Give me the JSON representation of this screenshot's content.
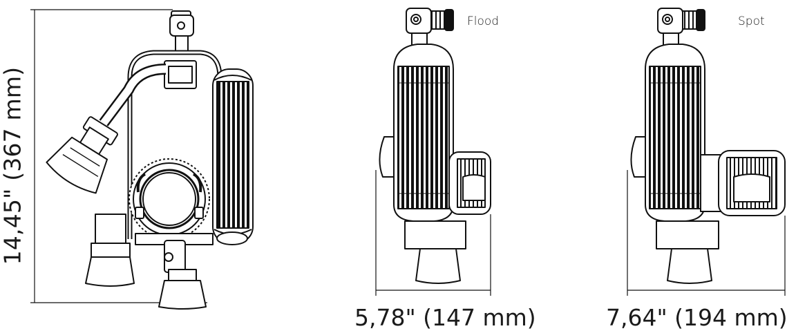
{
  "dimensions": {
    "height": "14,45\" (367 mm)",
    "width_flood": "5,78\" (147 mm)",
    "width_spot": "7,64\" (194 mm)"
  },
  "views": {
    "flood_label": "Flood",
    "spot_label": "Spot"
  },
  "colors": {
    "line": "#111111",
    "fill": "#ffffff",
    "shade": "#dcdcdc"
  }
}
